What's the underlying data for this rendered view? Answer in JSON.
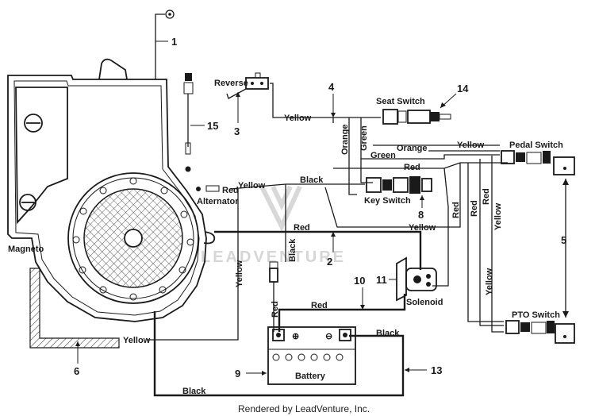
{
  "labels": {
    "reverse": "Reverse",
    "seat_switch": "Seat Switch",
    "pedal_switch": "Pedal Switch",
    "key_switch": "Key Switch",
    "alternator": "Alternator",
    "magneto": "Magneto",
    "solenoid": "Solenoid",
    "battery": "Battery",
    "pto_switch": "PTO Switch"
  },
  "wire_colors": {
    "yellow": "Yellow",
    "red": "Red",
    "black": "Black",
    "orange": "Orange",
    "green": "Green"
  },
  "callouts": [
    "1",
    "2",
    "3",
    "4",
    "5",
    "6",
    "8",
    "9",
    "10",
    "11",
    "13",
    "14",
    "15"
  ],
  "watermark": "LEADVENTURE",
  "footer": "Rendered by LeadVenture, Inc."
}
